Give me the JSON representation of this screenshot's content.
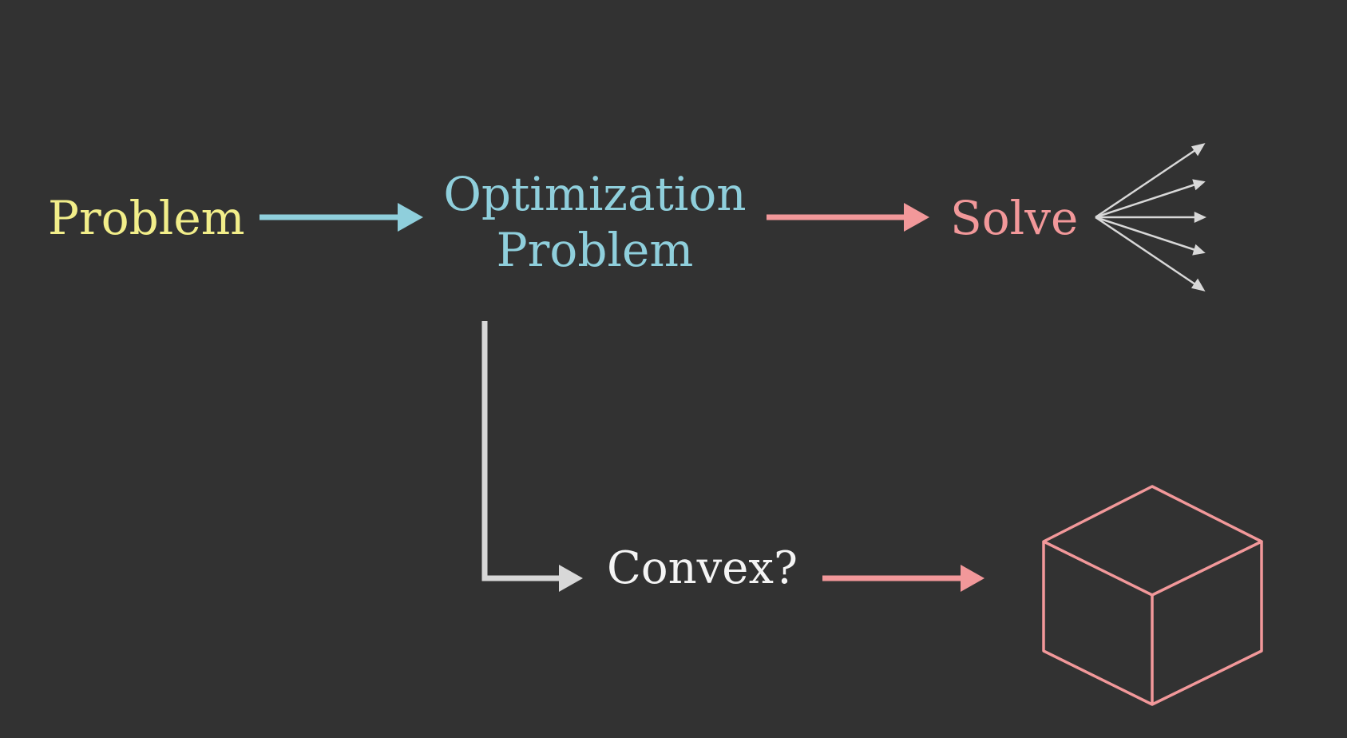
{
  "colors": {
    "background": "#323232",
    "yellow": "#f2ee8a",
    "blue": "#8fcfdc",
    "pink": "#f2989a",
    "white": "#f4f4f4",
    "gray": "#d8d8d8"
  },
  "nodes": {
    "problem": "Problem",
    "optimization_line1": "Optimization",
    "optimization_line2": "Problem",
    "solve": "Solve",
    "convex": "Convex?"
  },
  "icons": {
    "fan": "fan-out-arrows-icon",
    "cube": "cube-icon"
  }
}
